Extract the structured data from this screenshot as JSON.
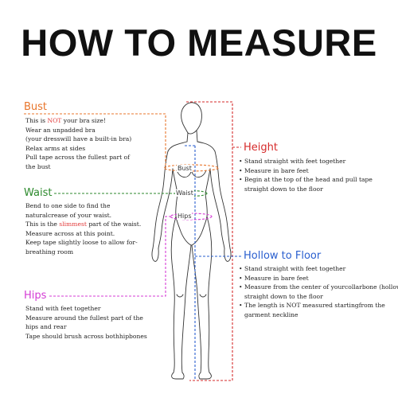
{
  "title": "HOW TO MEASURE",
  "colors": {
    "bust": "#e8752b",
    "waist": "#2d8a2d",
    "hips": "#d43bd4",
    "height": "#d62a2a",
    "hollow": "#2a5fcf"
  },
  "bust": {
    "heading": "Bust",
    "lines": {
      "l1_pre": "This is ",
      "l1_hl": "NOT",
      "l1_post": " your bra size!",
      "l2": "Wear an unpadded bra",
      "l3": "(your dresswill have a built-in bra)",
      "l4": "Relax arms at sides",
      "l5": "Pull tape across the fullest part of",
      "l6": "the bust"
    },
    "tag": "Bust"
  },
  "waist": {
    "heading": "Waist",
    "lines": {
      "l1": "Bend to one side to find the",
      "l2": "naturalcrease of your waist.",
      "l3_pre": "This is the ",
      "l3_hl": "slimmest",
      "l3_post": " part of the waist.",
      "l4": "Measure across at this point.",
      "l5": "Keep tape slightly loose to allow for-",
      "l6": "breathing room"
    },
    "tag": "Waist"
  },
  "hips": {
    "heading": "Hips",
    "lines": {
      "l1": "Stand with feet together",
      "l2": "Measure around the fullest part of the",
      "l3": "hips and rear",
      "l4": "Tape should brush across bothhipbones"
    },
    "tag": "Hips"
  },
  "height": {
    "heading": "Height",
    "items": [
      "Stand straight with feet together",
      "Measure in bare feet",
      "Begin at the top of the head and pull tape",
      "straight down to the floor"
    ]
  },
  "hollow": {
    "heading": "Hollow to Floor",
    "items": [
      "Stand straight with feet together",
      "Measure in bare feet",
      "Measure from the center of yourcollarbone (hollow)",
      "straight down to the floor",
      "The length is NOT measured startingfrom the",
      "garment neckline"
    ]
  },
  "icons": [
    "body-outline-figure",
    "measuring-tape-lines"
  ]
}
